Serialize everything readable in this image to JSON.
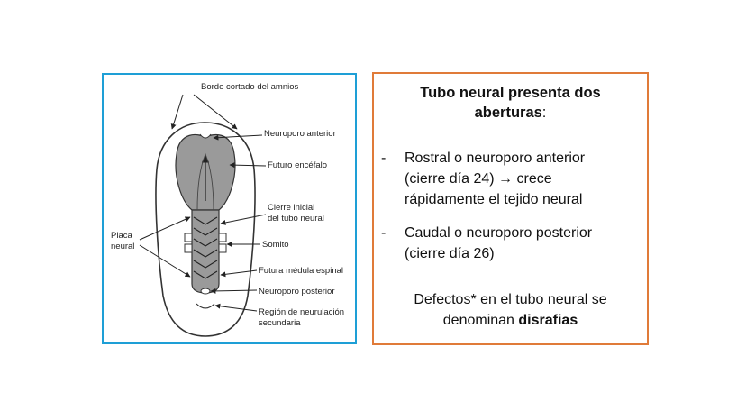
{
  "diagram": {
    "labels": {
      "amnion_edge": "Borde cortado del amnios",
      "anterior_neuropore": "Neuroporo anterior",
      "future_brain": "Futuro encéfalo",
      "initial_closure_line1": "Cierre inicial",
      "initial_closure_line2": "del tubo neural",
      "neural_plate_line1": "Placa",
      "neural_plate_line2": "neural",
      "somite": "Somito",
      "future_spinal_cord": "Futura médula espinal",
      "posterior_neuropore": "Neuroporo posterior",
      "secondary_neurulation_line1": "Región de neurulación",
      "secondary_neurulation_line2": "secundaria"
    },
    "colors": {
      "plate": "#9a9a9a",
      "outline": "#333333",
      "border": "#1e9fd6"
    }
  },
  "info": {
    "title_line1": "Tubo neural presenta dos",
    "title_line2": "aberturas",
    "title_colon": ":",
    "bullet1": {
      "dash": "-",
      "line1": "Rostral o neuroporo anterior",
      "line2_a": "(cierre día 24) ",
      "arrow": "→",
      "line2_b": " crece",
      "line3": "rápidamente el tejido neural"
    },
    "bullet2": {
      "dash": "-",
      "line1": "Caudal o neuroporo posterior",
      "line2": "(cierre día 26)"
    },
    "note": {
      "line1": "Defectos* en el tubo neural se",
      "line2_a": "denominan ",
      "line2_bold": "disrafias"
    },
    "colors": {
      "border": "#e07b39"
    }
  }
}
